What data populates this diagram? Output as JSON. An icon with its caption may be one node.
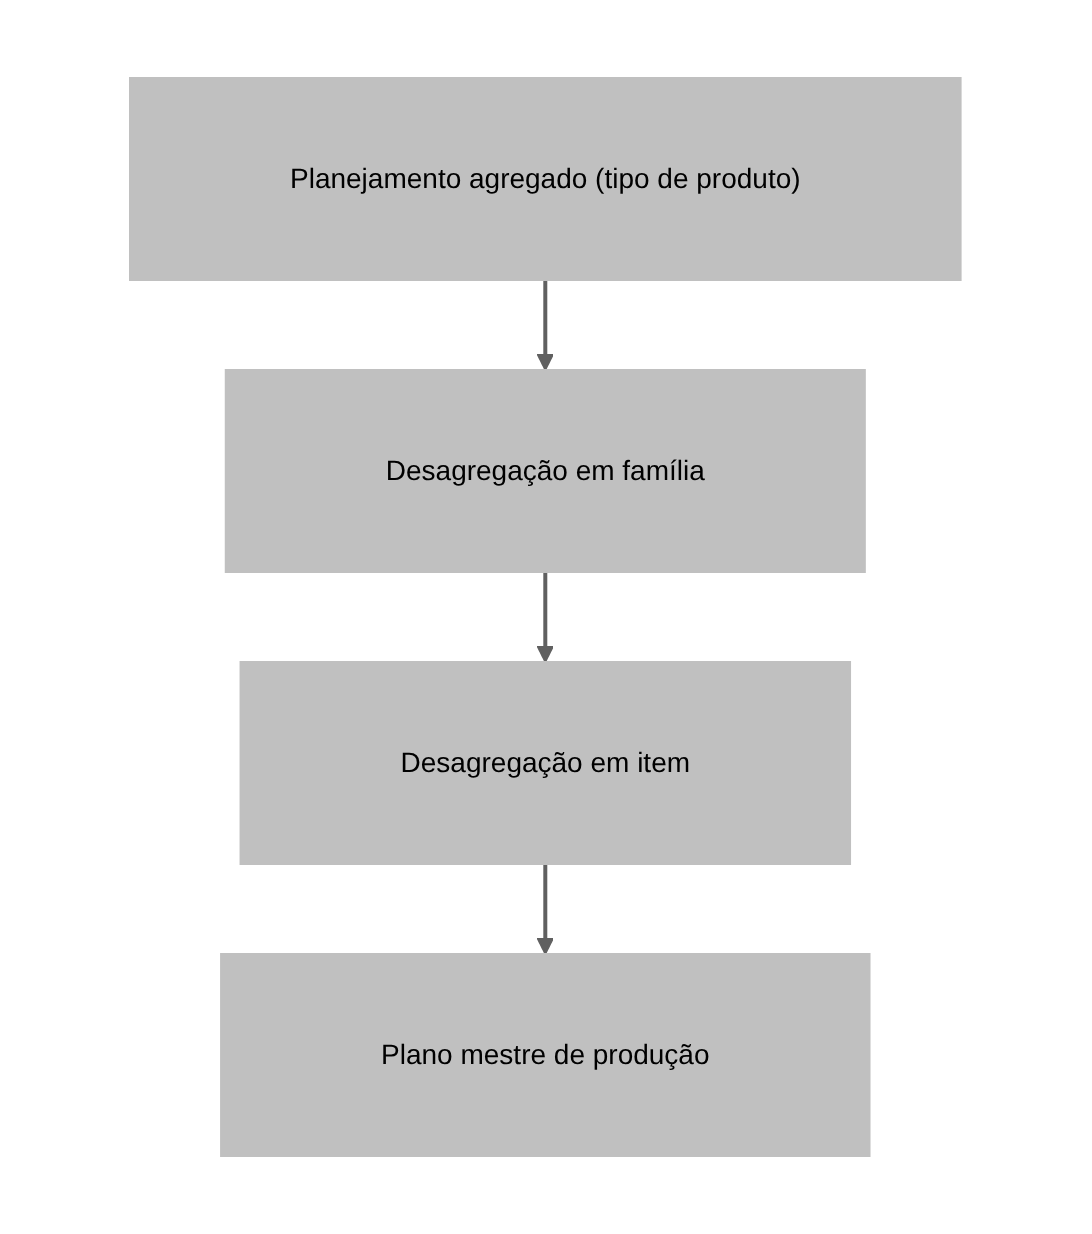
{
  "diagram": {
    "nodes": [
      {
        "text": [
          "Planejamento agregado (tipo de produto)"
        ]
      },
      {
        "text": [
          "Desagregação em família"
        ]
      },
      {
        "text": [
          "Desagregação em item"
        ]
      },
      {
        "text": [
          "Plano mestre de produção"
        ]
      }
    ],
    "edges": [
      {
        "from": 0,
        "to": 1,
        "arrow": "to"
      },
      {
        "from": 1,
        "to": 2,
        "arrow": "to"
      },
      {
        "from": 2,
        "to": 3,
        "arrow": "to"
      }
    ]
  }
}
